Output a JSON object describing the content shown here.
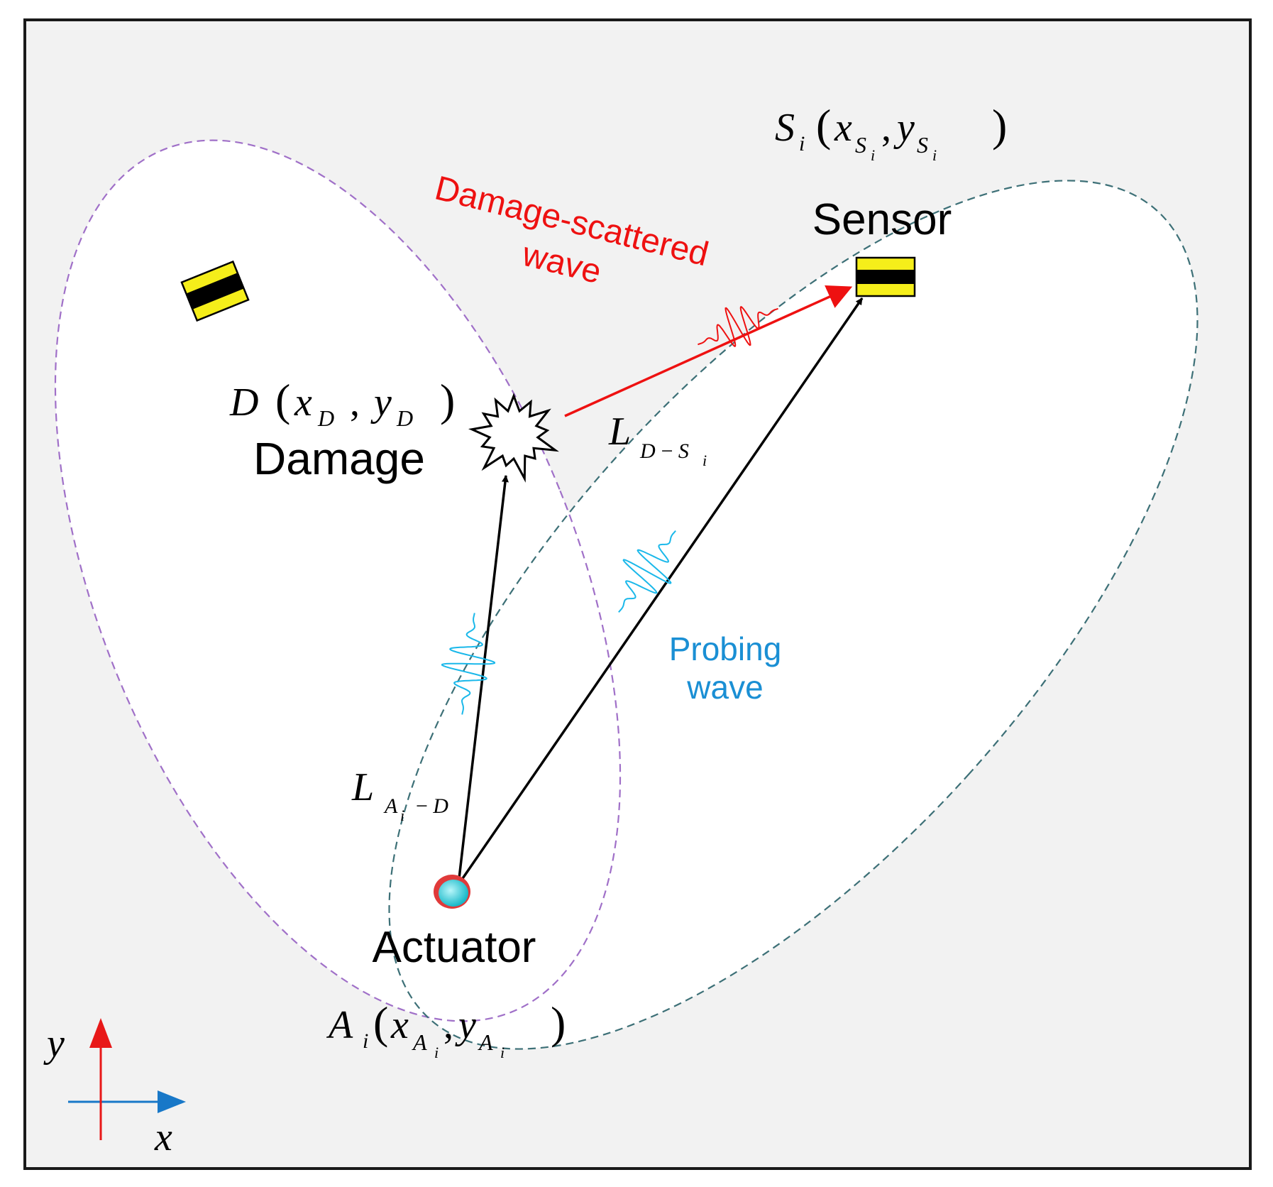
{
  "labels": {
    "sensor": "Sensor",
    "damage": "Damage",
    "actuator": "Actuator",
    "scattered_line1": "Damage-scattered",
    "scattered_line2": "wave",
    "probing_line1": "Probing",
    "probing_line2": "wave"
  },
  "math": {
    "sensor_coord": {
      "base": "S",
      "sub": "i",
      "open": "(",
      "x": "x",
      "x_sub": "S",
      "x_subsub": "i",
      "comma": ",",
      "y": "y",
      "y_sub": "S",
      "y_subsub": "i",
      "close": ")"
    },
    "damage_coord": {
      "base": "D",
      "open": "(",
      "x": "x",
      "x_sub": "D",
      "comma": ",",
      "y": "y",
      "y_sub": "D",
      "close": ")"
    },
    "actuator_coord": {
      "base": "A",
      "sub": "i",
      "open": "(",
      "x": "x",
      "x_sub": "A",
      "x_subsub": "i",
      "comma": ",",
      "y": "y",
      "y_sub": "A",
      "y_subsub": "i",
      "close": ")"
    },
    "path_ds": {
      "base": "L",
      "sub": "D − S",
      "subsub": "i"
    },
    "path_ad": {
      "base": "L",
      "sub": "A",
      "subsub": "i",
      "sub2": "− D"
    },
    "axis_x": "x",
    "axis_y": "y"
  },
  "colors": {
    "panel_bg": "#f2f2f2",
    "frame": "#1a1a1a",
    "purple_ellipse": "#a070c8",
    "teal_ellipse": "#3d7077",
    "scattered_wave": "#ee1111",
    "probing_wave": "#1ab8ea",
    "probing_label": "#1a8fd4",
    "sensor_yellow": "#f5ee1a",
    "actuator_cyan": "#33d6e0",
    "actuator_ring": "#e03a3a",
    "axis_x_arrow": "#1878c8",
    "axis_y_arrow": "#e81818"
  }
}
